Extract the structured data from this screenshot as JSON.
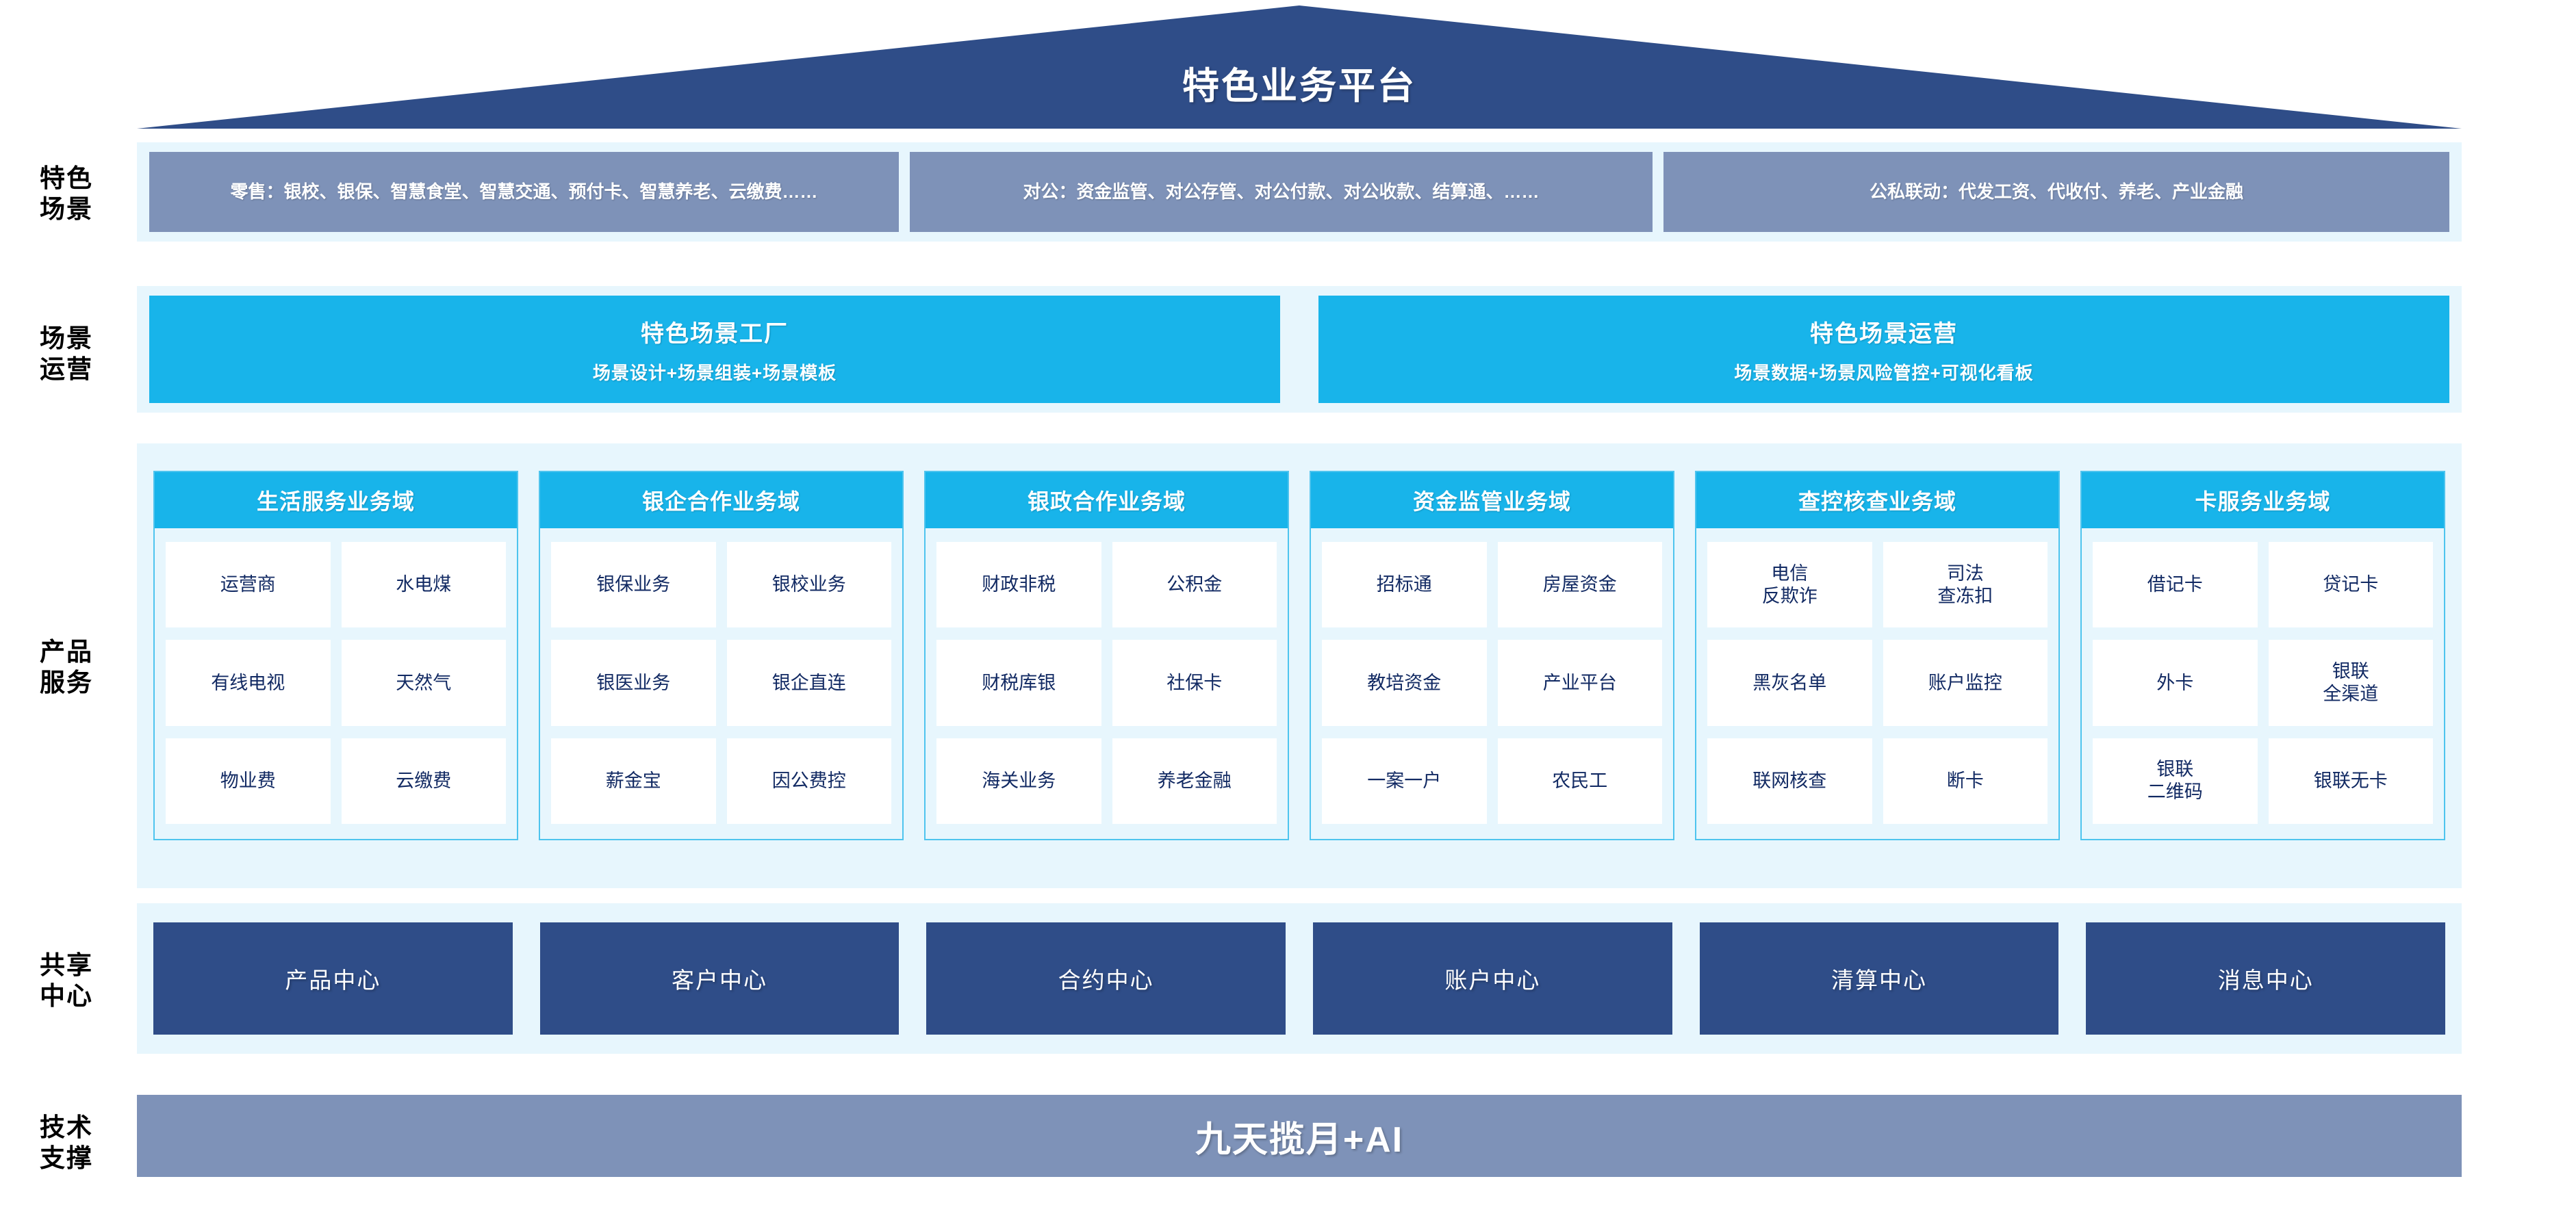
{
  "header": {
    "title": "特色业务平台"
  },
  "rows": {
    "scenes": {
      "label": "特色\n场景"
    },
    "ops": {
      "label": "场景\n运营"
    },
    "products": {
      "label": "产品\n服务"
    },
    "shared": {
      "label": "共享\n中心"
    },
    "tech": {
      "label": "技术\n支撑"
    }
  },
  "scenes": {
    "items": [
      {
        "text": "零售：银校、银保、智慧食堂、智慧交通、预付卡、智慧养老、云缴费……"
      },
      {
        "text": "对公：资金监管、对公存管、对公付款、对公收款、结算通、……"
      },
      {
        "text": "公私联动：代发工资、代收付、养老、产业金融"
      }
    ]
  },
  "ops": {
    "items": [
      {
        "title": "特色场景工厂",
        "sub": "场景设计+场景组装+场景模板"
      },
      {
        "title": "特色场景运营",
        "sub": "场景数据+场景风险管控+可视化看板"
      }
    ]
  },
  "products": {
    "domains": [
      {
        "title": "生活服务业务域",
        "cells": [
          "运营商",
          "水电煤",
          "有线电视",
          "天然气",
          "物业费",
          "云缴费"
        ]
      },
      {
        "title": "银企合作业务域",
        "cells": [
          "银保业务",
          "银校业务",
          "银医业务",
          "银企直连",
          "薪金宝",
          "因公费控"
        ]
      },
      {
        "title": "银政合作业务域",
        "cells": [
          "财政非税",
          "公积金",
          "财税库银",
          "社保卡",
          "海关业务",
          "养老金融"
        ]
      },
      {
        "title": "资金监管业务域",
        "cells": [
          "招标通",
          "房屋资金",
          "教培资金",
          "产业平台",
          "一案一户",
          "农民工"
        ]
      },
      {
        "title": "查控核查业务域",
        "cells": [
          "电信\n反欺诈",
          "司法\n查冻扣",
          "黑灰名单",
          "账户监控",
          "联网核查",
          "断卡"
        ]
      },
      {
        "title": "卡服务业务域",
        "cells": [
          "借记卡",
          "贷记卡",
          "外卡",
          "银联\n全渠道",
          "银联\n二维码",
          "银联无卡"
        ]
      }
    ]
  },
  "shared": {
    "items": [
      "产品中心",
      "客户中心",
      "合约中心",
      "账户中心",
      "清算中心",
      "消息中心"
    ]
  },
  "tech": {
    "title": "九天揽月+AI"
  },
  "colors": {
    "roof_navy": "#2f4d88",
    "panel_pale": "#e7f6fd",
    "scene_slate": "#7e92b8",
    "cyan": "#18b4ea",
    "card_border": "#4ec4ee",
    "cell_text": "#122a63",
    "shared_navy": "#2f4d88",
    "tech_slate": "#7e92b8"
  }
}
